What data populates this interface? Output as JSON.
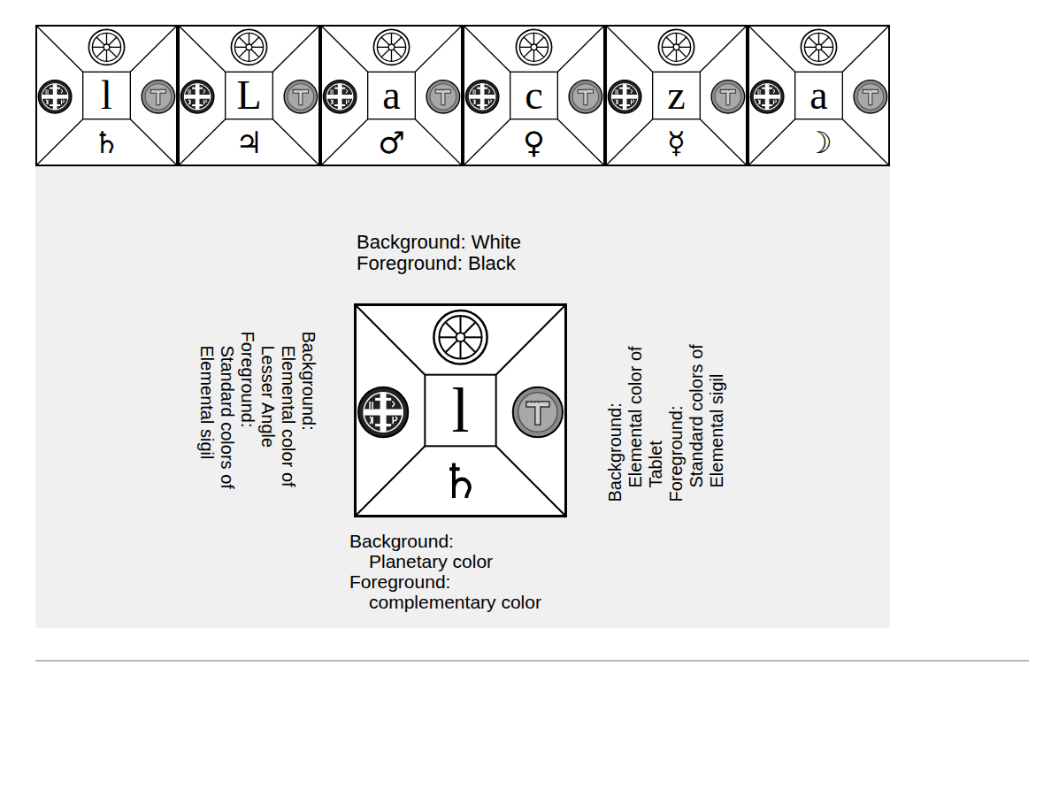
{
  "diagram": {
    "nodes": [
      {
        "text": [
          "l",
          "♄"
        ]
      },
      {
        "text": [
          "L",
          "♃"
        ]
      },
      {
        "text": [
          "a",
          "♂"
        ]
      },
      {
        "text": [
          "c",
          "♀"
        ]
      },
      {
        "text": [
          "z",
          "☿"
        ]
      },
      {
        "text": [
          "a",
          "☽"
        ]
      },
      {
        "text": [
          "l",
          "♄"
        ]
      }
    ],
    "labels": [
      "Background: White",
      "Foreground: Black",
      "Background:",
      "Elemental color of Lesser Angle",
      "Foreground:",
      "Standard colors of Elemental sigil",
      "Background:",
      "Elemental color of Tablet",
      "Foreground:",
      "Standard colors of Elemental sigil",
      "Background:",
      "Planetary color",
      "Foreground:",
      "complementary color"
    ]
  }
}
